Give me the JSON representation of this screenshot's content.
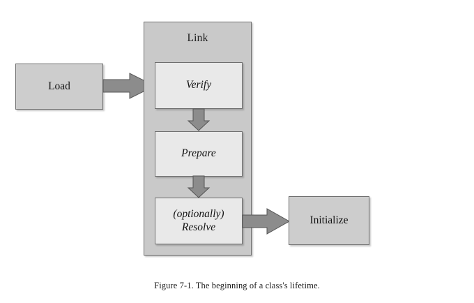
{
  "figure": {
    "caption": "Figure 7-1. The beginning of a class's lifetime.",
    "background_color": "#ffffff"
  },
  "diagram": {
    "type": "flowchart",
    "orientation": "left-to-right with vertical sub-steps",
    "group": {
      "name": "link-group",
      "title": "Link",
      "fill_color": "#c9c9c9",
      "border_color": "#6e6e6e"
    },
    "nodes": [
      {
        "id": "load",
        "label": "Load",
        "style": "plain",
        "fill_color": "#cdcdcd",
        "italic": false
      },
      {
        "id": "verify",
        "label": "Verify",
        "style": "step",
        "fill_color": "#e9e9e9",
        "italic": true,
        "parent": "link-group"
      },
      {
        "id": "prepare",
        "label": "Prepare",
        "style": "step",
        "fill_color": "#e9e9e9",
        "italic": true,
        "parent": "link-group"
      },
      {
        "id": "resolve",
        "label_line1": "(optionally)",
        "label_line2": "Resolve",
        "style": "step",
        "fill_color": "#e9e9e9",
        "italic": true,
        "parent": "link-group"
      },
      {
        "id": "initialize",
        "label": "Initialize",
        "style": "plain",
        "fill_color": "#cdcdcd",
        "italic": false
      }
    ],
    "edges": [
      {
        "id": "load-to-verify",
        "from": "load",
        "to": "verify",
        "direction": "right",
        "style": "block-arrow",
        "fill_color": "#8c8c8c"
      },
      {
        "id": "verify-to-prepare",
        "from": "verify",
        "to": "prepare",
        "direction": "down",
        "style": "block-arrow",
        "fill_color": "#8c8c8c"
      },
      {
        "id": "prepare-to-resolve",
        "from": "prepare",
        "to": "resolve",
        "direction": "down",
        "style": "block-arrow",
        "fill_color": "#8c8c8c"
      },
      {
        "id": "resolve-to-initialize",
        "from": "resolve",
        "to": "initialize",
        "direction": "right",
        "style": "block-arrow",
        "fill_color": "#8c8c8c"
      }
    ]
  }
}
